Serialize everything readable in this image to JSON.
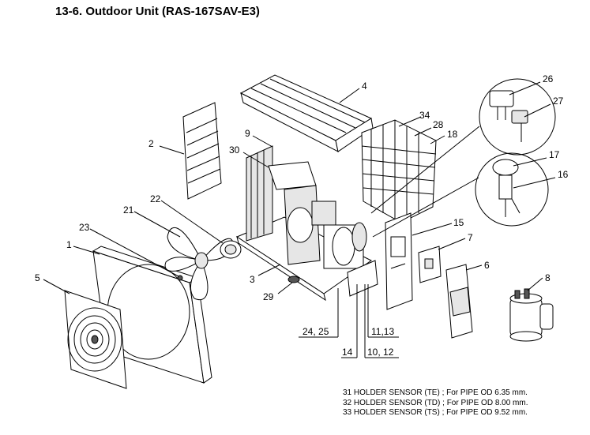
{
  "title": "13-6. Outdoor Unit (RAS-167SAV-E3)",
  "callouts": {
    "c1": "1",
    "c2": "2",
    "c3": "3",
    "c4": "4",
    "c5": "5",
    "c6": "6",
    "c7": "7",
    "c8": "8",
    "c9": "9",
    "c15": "15",
    "c16": "16",
    "c17": "17",
    "c18": "18",
    "c21": "21",
    "c22": "22",
    "c23": "23",
    "c26": "26",
    "c27": "27",
    "c28": "28",
    "c29": "29",
    "c30": "30",
    "c34": "34",
    "c24_25": "24, 25",
    "c11_13": "11,13",
    "c14": "14",
    "c10_12": "10, 12"
  },
  "notes": [
    "31  HOLDER SENSOR (TE) ; For PIPE OD 6.35 mm.",
    "32  HOLDER SENSOR (TD) ; For PIPE OD 8.00 mm.",
    "33  HOLDER SENSOR (TS) ; For PIPE OD 9.52 mm."
  ]
}
